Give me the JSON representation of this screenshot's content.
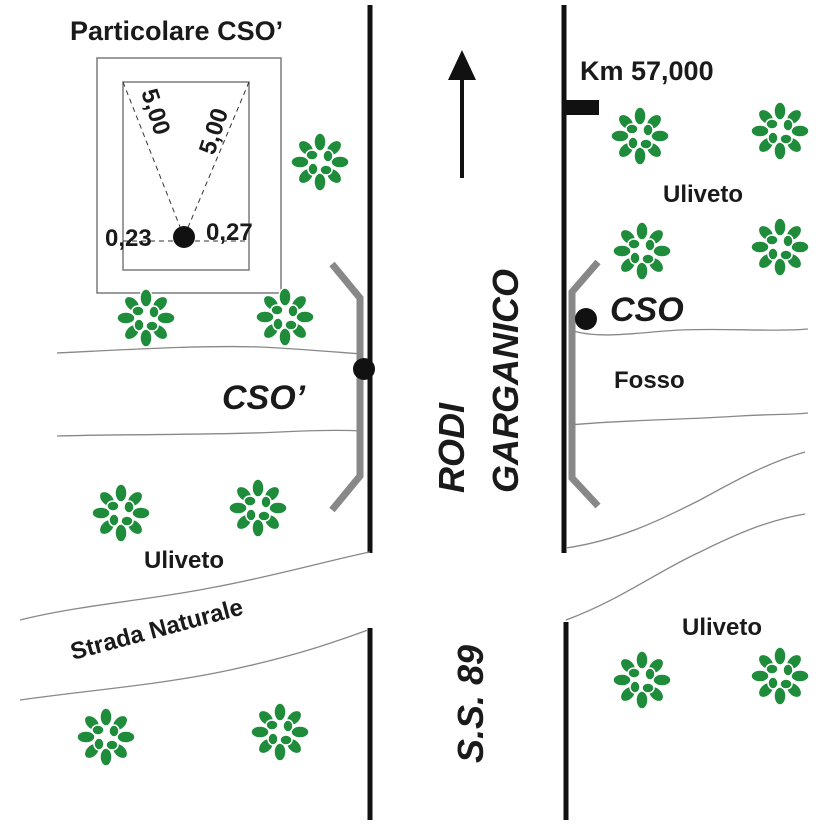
{
  "detail": {
    "title": "Particolare CSO’",
    "dist_left": "5,00",
    "dist_right": "5,00",
    "offset_left": "0,23",
    "offset_right": "0,27"
  },
  "road": {
    "name_line1": "RODI",
    "name_line2": "GARGANICO",
    "code": "S.S. 89"
  },
  "markers": {
    "km": "Km 57,000",
    "cso": "CSO",
    "cso_prime": "CSO’"
  },
  "areas": {
    "uliveto_ne": "Uliveto",
    "uliveto_w": "Uliveto",
    "uliveto_se": "Uliveto",
    "fosso": "Fosso",
    "strada": "Strada Naturale"
  },
  "icons": {
    "tree": "olive-tree-icon",
    "arrow": "north-arrow-icon"
  },
  "colors": {
    "tree": "#1e8c3a",
    "guardrail": "#888888",
    "road": "#111111"
  }
}
